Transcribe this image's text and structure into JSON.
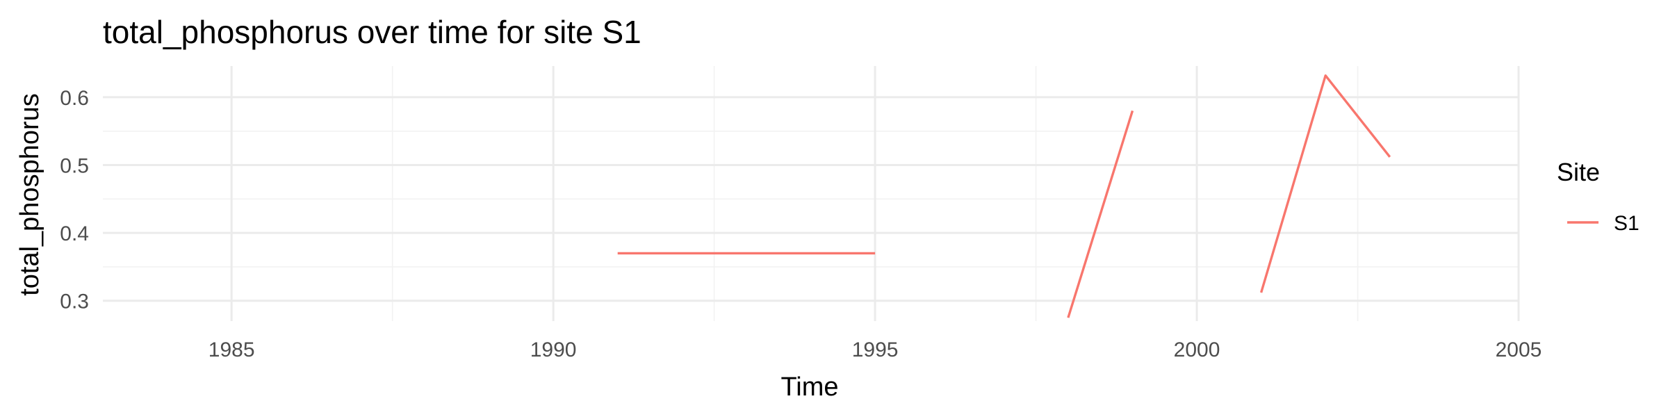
{
  "chart_data": {
    "type": "line",
    "title": "total_phosphorus over time for site S1",
    "xlabel": "Time",
    "ylabel": "total_phosphorus",
    "xlim": [
      1983,
      2005
    ],
    "ylim": [
      0.27,
      0.646
    ],
    "x_ticks": [
      1985,
      1990,
      1995,
      2000,
      2005
    ],
    "y_ticks": [
      0.3,
      0.4,
      0.5,
      0.6
    ],
    "x_tick_labels": [
      "1985",
      "1990",
      "1995",
      "2000",
      "2005"
    ],
    "y_tick_labels": [
      "0.3",
      "0.4",
      "0.5",
      "0.6"
    ],
    "grid": true,
    "legend": {
      "title": "Site",
      "position": "right"
    },
    "series": [
      {
        "name": "S1",
        "color": "#F8766D",
        "segments": [
          [
            {
              "x": 1991,
              "y": 0.37
            },
            {
              "x": 1995,
              "y": 0.37
            }
          ],
          [
            {
              "x": 1998,
              "y": 0.275
            },
            {
              "x": 1999,
              "y": 0.58
            }
          ],
          [
            {
              "x": 2001,
              "y": 0.312
            },
            {
              "x": 2002,
              "y": 0.632
            },
            {
              "x": 2003,
              "y": 0.512
            }
          ]
        ]
      }
    ]
  }
}
